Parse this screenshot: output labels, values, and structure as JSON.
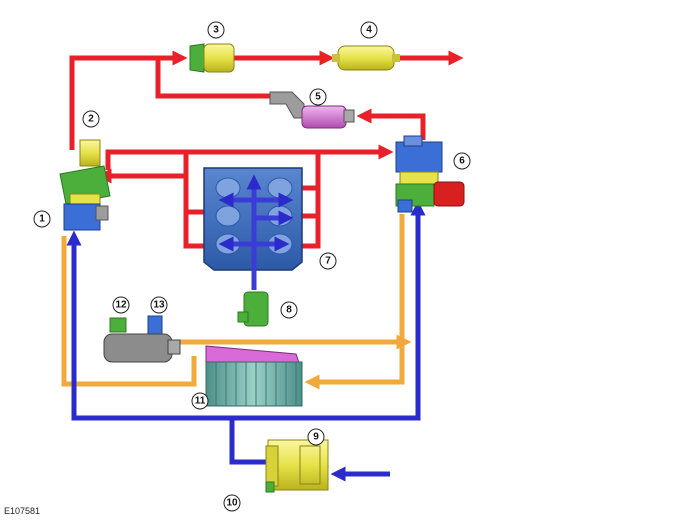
{
  "figure_ref": "E107581",
  "callouts": {
    "c1": "1",
    "c2": "2",
    "c3": "3",
    "c4": "4",
    "c5": "5",
    "c6": "6",
    "c7": "7",
    "c8": "8",
    "c9": "9",
    "c10": "10",
    "c11": "11",
    "c12": "12",
    "c13": "13"
  },
  "colors": {
    "red_flow": "#e8202a",
    "blue_flow": "#2b2bcc",
    "orange_flow": "#f2a93b",
    "component_yellow": "#e6e24a",
    "component_green": "#4caf3c",
    "component_blue": "#3c6fd6",
    "component_pink": "#d86bd8",
    "component_red": "#d82020",
    "component_grey": "#8c8c8c",
    "engine_blue": "#2d5aa8",
    "radiator_teal": "#5fa8a0"
  }
}
